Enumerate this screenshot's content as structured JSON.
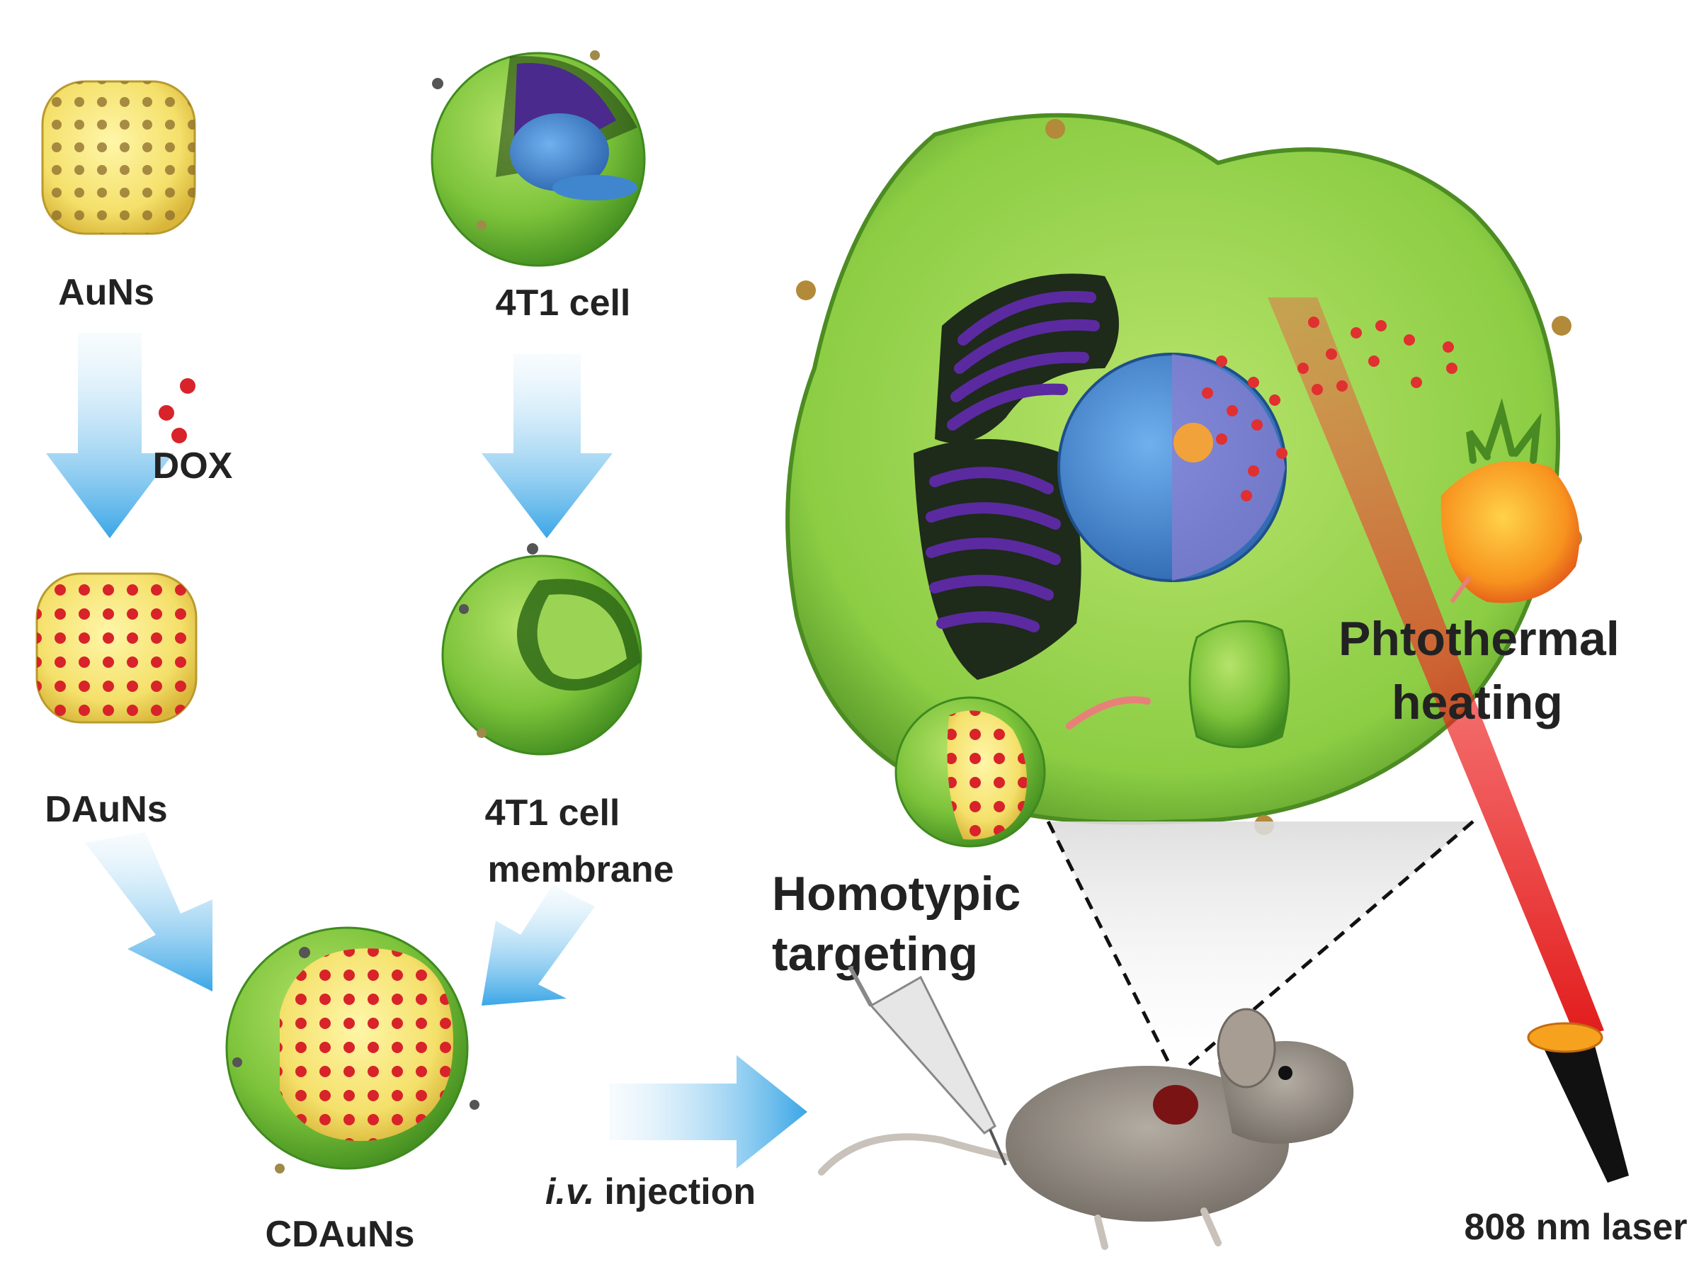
{
  "labels": {
    "auns": "AuNs",
    "dox": "DOX",
    "dauns": "DAuNs",
    "cell": "4T1 cell",
    "membrane_line1": "4T1 cell",
    "membrane_line2": "membrane",
    "cdauns": "CDAuNs",
    "iv_italic": "i.v.",
    "iv_rest": "injection",
    "homotypic_line1": "Homotypic",
    "homotypic_line2": "targeting",
    "photothermal_line1": "Phtothermal",
    "photothermal_line2": "heating",
    "laser": "808 nm laser"
  },
  "colors": {
    "membrane_green": "#7cc33a",
    "gold_yellow": "#f4e46a",
    "dox_red": "#d8232a",
    "arrow_blue": "#5ab4e8",
    "nucleus_blue": "#3f86cf",
    "golgi_purple": "#4a2a8c",
    "laser_red": "#e02020",
    "mouse_gray": "#8f8880"
  }
}
